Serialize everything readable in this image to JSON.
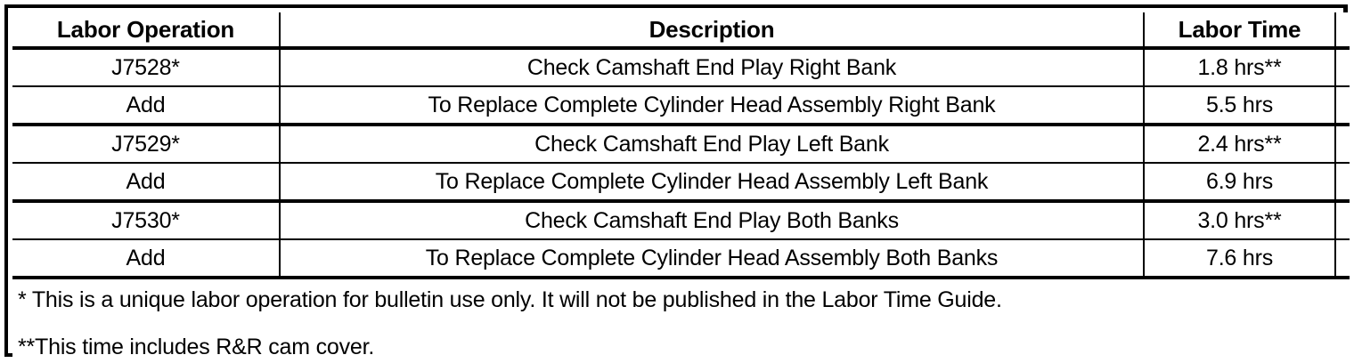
{
  "table": {
    "columns": [
      {
        "key": "operation",
        "label": "Labor Operation"
      },
      {
        "key": "description",
        "label": "Description"
      },
      {
        "key": "time",
        "label": "Labor Time"
      },
      {
        "key": "spacer",
        "label": ""
      }
    ],
    "rows": [
      {
        "operation": "J7528*",
        "description": "Check Camshaft End Play Right Bank",
        "time": "1.8 hrs**",
        "spacer": ""
      },
      {
        "operation": "Add",
        "description": "To Replace Complete Cylinder Head Assembly Right Bank",
        "time": "5.5 hrs",
        "spacer": ""
      },
      {
        "operation": "J7529*",
        "description": "Check Camshaft End Play Left Bank",
        "time": "2.4 hrs**",
        "spacer": ""
      },
      {
        "operation": "Add",
        "description": "To Replace Complete Cylinder Head Assembly Left Bank",
        "time": "6.9 hrs",
        "spacer": ""
      },
      {
        "operation": "J7530*",
        "description": "Check Camshaft End Play Both Banks",
        "time": "3.0 hrs**",
        "spacer": ""
      },
      {
        "operation": "Add",
        "description": "To Replace Complete Cylinder Head Assembly Both Banks",
        "time": "7.6 hrs",
        "spacer": ""
      }
    ],
    "footnotes": {
      "single_asterisk": "* This is a unique labor operation for bulletin use only. It will not be published in the Labor Time Guide.",
      "double_asterisk": "**This time includes R&R cam cover."
    }
  },
  "colors": {
    "border": "#000000",
    "background": "#ffffff",
    "text": "#000000"
  }
}
